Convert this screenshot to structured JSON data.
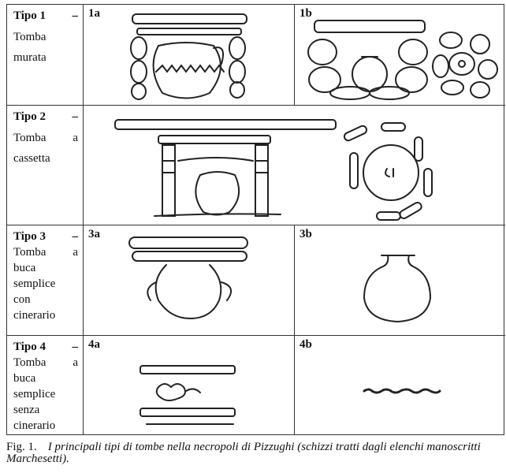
{
  "rows": [
    {
      "type_label": "Tipo 1",
      "dash": "–",
      "desc": [
        "Tomba",
        "murata"
      ],
      "sub_a": "1a",
      "sub_b": "1b"
    },
    {
      "type_label": "Tipo 2",
      "dash": "–",
      "desc": [
        "Tomba a",
        "cassetta"
      ]
    },
    {
      "type_label": "Tipo 3",
      "dash": "–",
      "desc": [
        "Tomba a",
        "buca",
        "semplice",
        "con",
        "cinerario"
      ],
      "sub_a": "3a",
      "sub_b": "3b"
    },
    {
      "type_label": "Tipo 4",
      "dash": "–",
      "desc": [
        "Tomba a",
        "buca",
        "semplice",
        "senza",
        "cinerario"
      ],
      "sub_a": "4a",
      "sub_b": "4b"
    }
  ],
  "caption": {
    "fig": "Fig. 1.",
    "text": "I principali tipi di tombe nella necropoli di Pizzughi (schizzi tratti dagli elenchi manoscritti Marchesetti)."
  }
}
